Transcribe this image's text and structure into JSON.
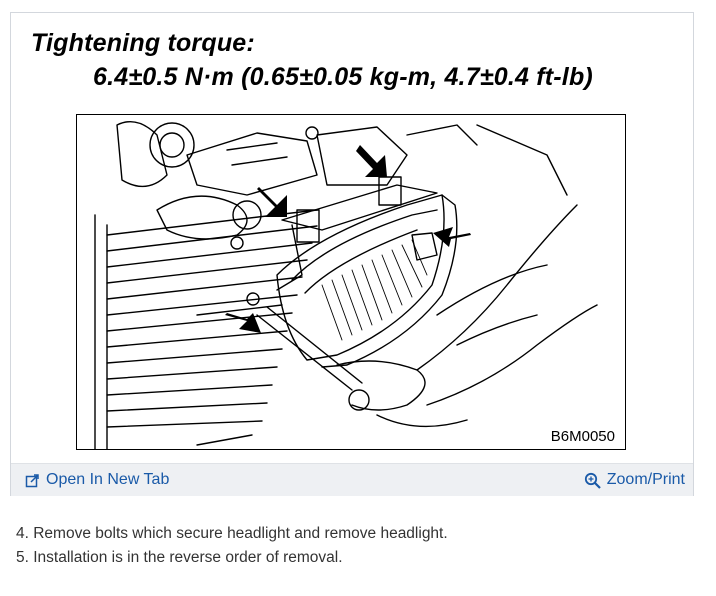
{
  "figure": {
    "title": "Tightening torque:",
    "torque_value": "6.4±0.5 N·m (0.65±0.05 kg-m, 4.7±0.4 ft-lb)",
    "figure_code": "B6M0050"
  },
  "toolbar": {
    "open_tab_label": "Open In New Tab",
    "open_tab_icon": "external-link-icon",
    "zoom_print_label": "Zoom/Print",
    "zoom_print_icon": "magnifier-icon",
    "link_color": "#1a5aa8"
  },
  "steps": [
    "4. Remove bolts which secure headlight and remove headlight.",
    "5. Installation is in the reverse order of removal."
  ]
}
